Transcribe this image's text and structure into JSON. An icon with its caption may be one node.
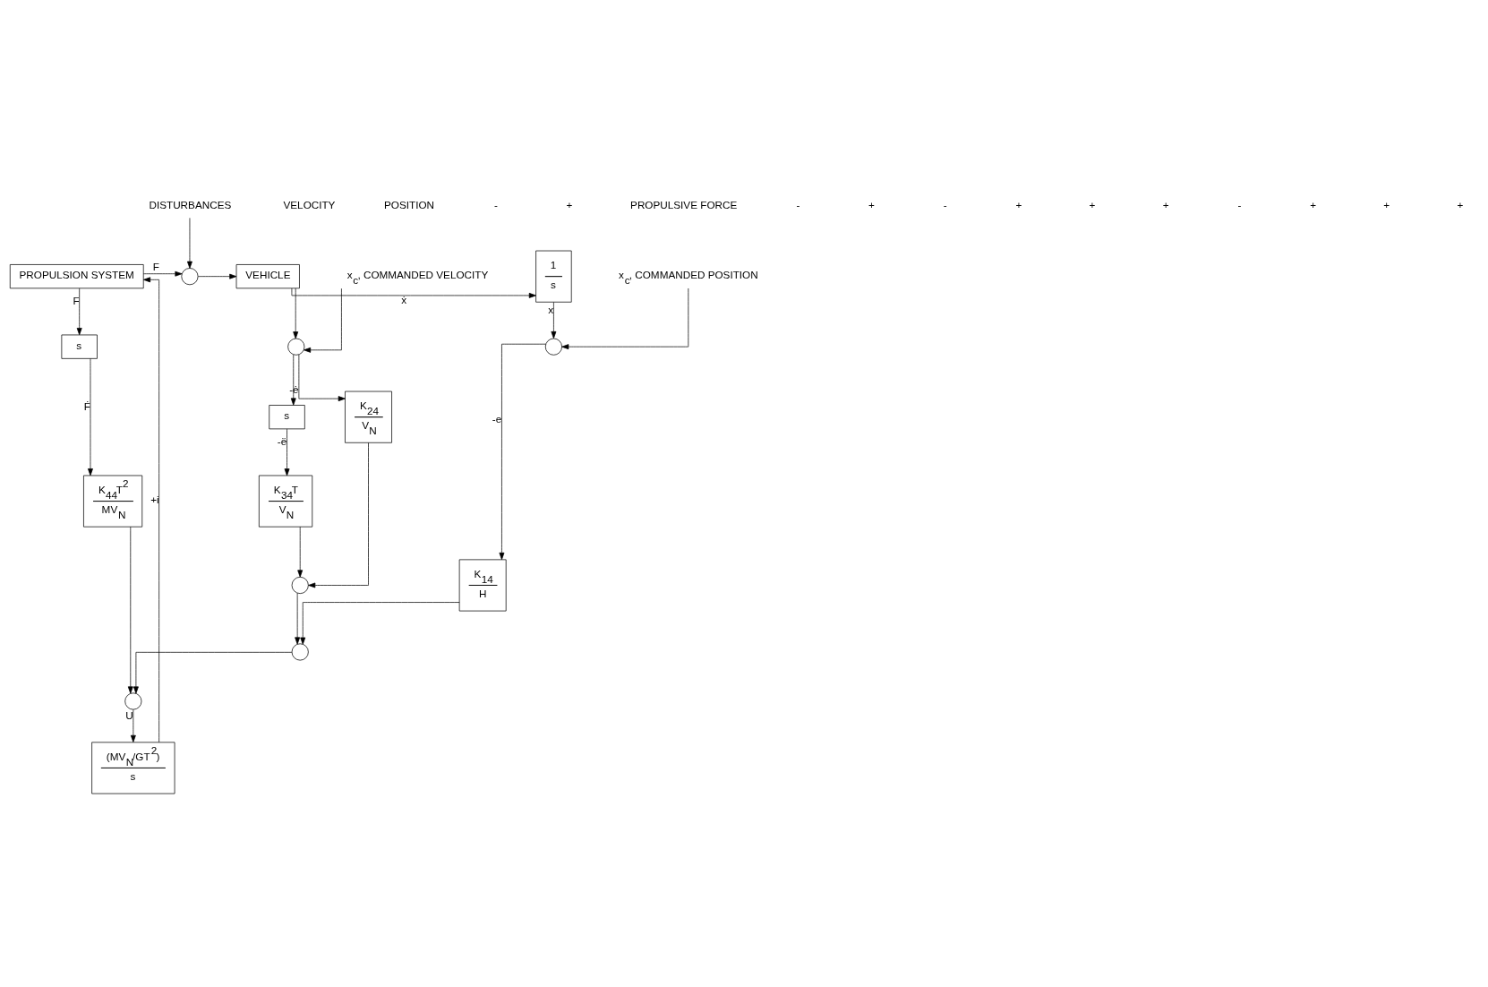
{
  "diagram": {
    "nodes": [
      {
        "text": [
          "PROPULSION SYSTEM"
        ]
      },
      {
        "text": [],
        "shape": "circle"
      },
      {
        "text": [
          "DISTURBANCES"
        ]
      },
      {
        "text": [
          "VEHICLE"
        ]
      },
      {
        "text": [
          "1",
          "s"
        ]
      },
      {
        "text": [],
        "shape": "circle"
      },
      {
        "text": [],
        "shape": "circle"
      },
      {
        "text": [
          "s"
        ]
      },
      {
        "text": [
          "s"
        ]
      },
      {
        "text": [
          "K$_{24}$",
          "V$_{N}$"
        ]
      },
      {
        "text": [
          "K$_{14}$",
          "H"
        ]
      },
      {
        "text": [
          "K$_{44}$T$^{2}$",
          "MV$_{N}$"
        ]
      },
      {
        "text": [
          "K$_{34}$T",
          "V$_{N}$"
        ]
      },
      {
        "text": [],
        "shape": "circle"
      },
      {
        "text": [],
        "shape": "circle"
      },
      {
        "text": [],
        "shape": "circle"
      },
      {
        "text": [
          "(MV$_{N}$/GT$^{2}$)",
          "s"
        ]
      },
      {
        "text": [
          "x$_{c}$, COMMANDED VELOCITY"
        ]
      },
      {
        "text": [
          "x$_{c}$, COMMANDED POSITION"
        ]
      }
    ],
    "edges": [
      {
        "from": 0,
        "to": 1,
        "arrow": "to",
        "label": "F"
      },
      {
        "from": 2,
        "to": 1,
        "arrow": "to"
      },
      {
        "from": 1,
        "to": 3,
        "arrow": "to"
      },
      {
        "from": 3,
        "to": 4,
        "arrow": "to",
        "label": "ẋ"
      },
      {
        "from": 3,
        "to": 5,
        "arrow": "to"
      },
      {
        "from": 4,
        "to": 6,
        "arrow": "to",
        "label": "x"
      },
      {
        "from": 17,
        "to": 5,
        "arrow": "to"
      },
      {
        "from": 18,
        "to": 6,
        "arrow": "to"
      },
      {
        "from": 0,
        "to": 7,
        "arrow": "to",
        "label": "F"
      },
      {
        "from": 5,
        "to": 8,
        "arrow": "to"
      },
      {
        "from": 5,
        "to": 9,
        "arrow": "to",
        "label": "-ė"
      },
      {
        "from": 6,
        "to": 10,
        "arrow": "to",
        "label": "-e"
      },
      {
        "from": 7,
        "to": 11,
        "arrow": "to",
        "label": "Ḟ"
      },
      {
        "from": 8,
        "to": 12,
        "arrow": "to",
        "label": "-ë"
      },
      {
        "from": 12,
        "to": 13,
        "arrow": "to"
      },
      {
        "from": 9,
        "to": 13,
        "arrow": "to"
      },
      {
        "from": 13,
        "to": 14,
        "arrow": "to"
      },
      {
        "from": 10,
        "to": 14,
        "arrow": "to"
      },
      {
        "from": 11,
        "to": 15,
        "arrow": "to"
      },
      {
        "from": 14,
        "to": 15,
        "arrow": "to"
      },
      {
        "from": 15,
        "to": 16,
        "arrow": "to",
        "label": "U"
      },
      {
        "from": 16,
        "to": 0,
        "arrow": "to",
        "label": "+i"
      }
    ],
    "labels": [
      "VELOCITY",
      "POSITION",
      "-",
      "+",
      "PROPULSIVE FORCE",
      "-",
      "+",
      "-",
      "+",
      "+",
      "+",
      "-",
      "+",
      "+",
      "+"
    ]
  }
}
